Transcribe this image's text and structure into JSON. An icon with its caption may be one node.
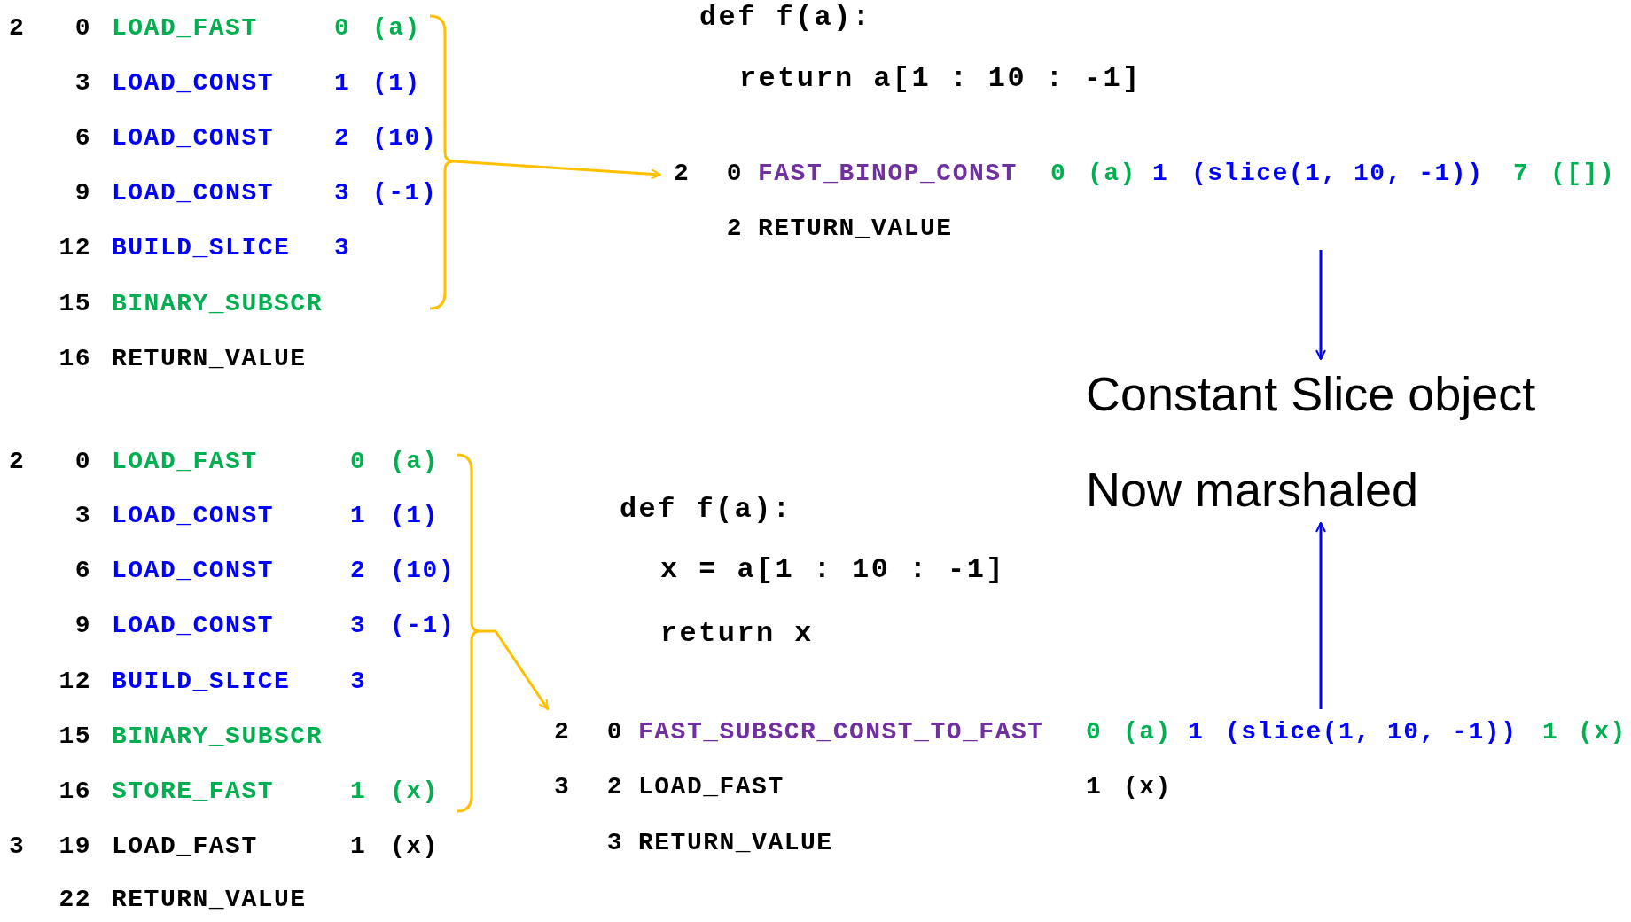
{
  "diagram": {
    "nodes": [
      {
        "text": [
          "2",
          "0",
          "LOAD_FAST",
          "0",
          "(a)",
          "3",
          "LOAD_CONST",
          "1",
          "(1)",
          "6",
          "LOAD_CONST",
          "2",
          "(10)",
          "9",
          "LOAD_CONST",
          "3",
          "(-1)",
          "12",
          "BUILD_SLICE",
          "3",
          "15",
          "BINARY_SUBSCR"
        ]
      },
      {
        "text": [
          "2",
          "0",
          "FAST_BINOP_CONST",
          "0",
          "(a)",
          "1",
          "(slice(1, 10, -1))",
          "7",
          "([])",
          "2",
          "RETURN_VALUE"
        ]
      },
      {
        "text": [
          "Constant Slice object",
          "Now marshaled"
        ]
      },
      {
        "text": [
          "2",
          "0",
          "LOAD_FAST",
          "0",
          "(a)",
          "3",
          "LOAD_CONST",
          "1",
          "(1)",
          "6",
          "LOAD_CONST",
          "2",
          "(10)",
          "9",
          "LOAD_CONST",
          "3",
          "(-1)",
          "12",
          "BUILD_SLICE",
          "3",
          "15",
          "BINARY_SUBSCR",
          "16",
          "STORE_FAST",
          "1",
          "(x)"
        ]
      },
      {
        "text": [
          "2",
          "0",
          "FAST_SUBSCR_CONST_TO_FAST",
          "0",
          "(a)",
          "1",
          "(slice(1, 10, -1))",
          "1",
          "(x)",
          "3",
          "2",
          "LOAD_FAST",
          "1",
          "(x)",
          "3",
          "RETURN_VALUE"
        ]
      }
    ],
    "edges": [
      {
        "from": 0,
        "to": 1,
        "arrow": "to",
        "color": "#ffc000"
      },
      {
        "from": 1,
        "to": 2,
        "arrow": "to",
        "color": "#0000ff"
      },
      {
        "from": 3,
        "to": 4,
        "arrow": "to",
        "color": "#ffc000"
      },
      {
        "from": 4,
        "to": 2,
        "arrow": "to",
        "color": "#0000ff"
      }
    ],
    "labels": [
      "16",
      "RETURN_VALUE",
      "def f(a):",
      "return a[1 : 10 : -1]",
      "def f(a):",
      "x = a[1 : 10 : -1]",
      "return x",
      "3",
      "19",
      "LOAD_FAST",
      "1",
      "(x)",
      "22",
      "RETURN_VALUE"
    ]
  }
}
